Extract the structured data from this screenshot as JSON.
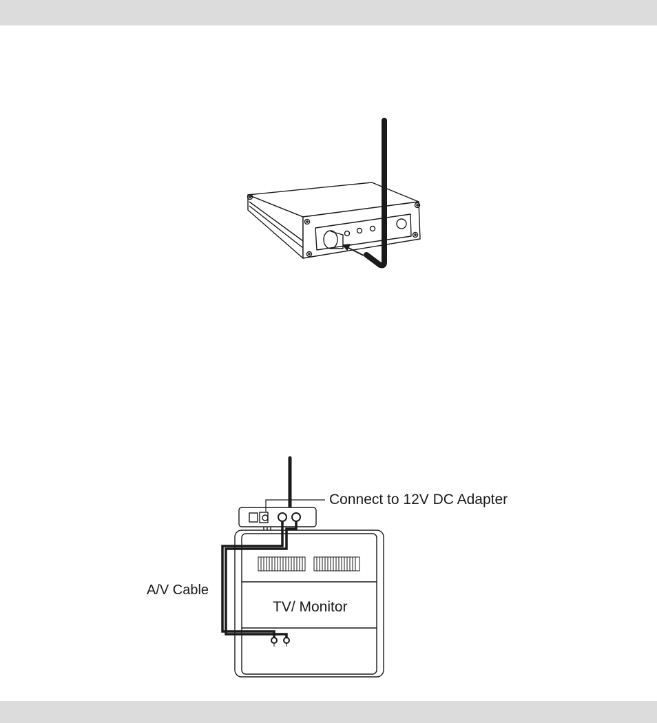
{
  "labels": {
    "adapter": "Connect to 12V DC Adapter",
    "cable": "A/V Cable",
    "tv": "TV/ Monitor"
  },
  "icons": {
    "receiver": "wireless-receiver-icon",
    "antenna": "antenna-icon",
    "tv": "tv-monitor-icon"
  },
  "colors": {
    "band": "#dcdcdc",
    "line": "#1a1a1a"
  }
}
